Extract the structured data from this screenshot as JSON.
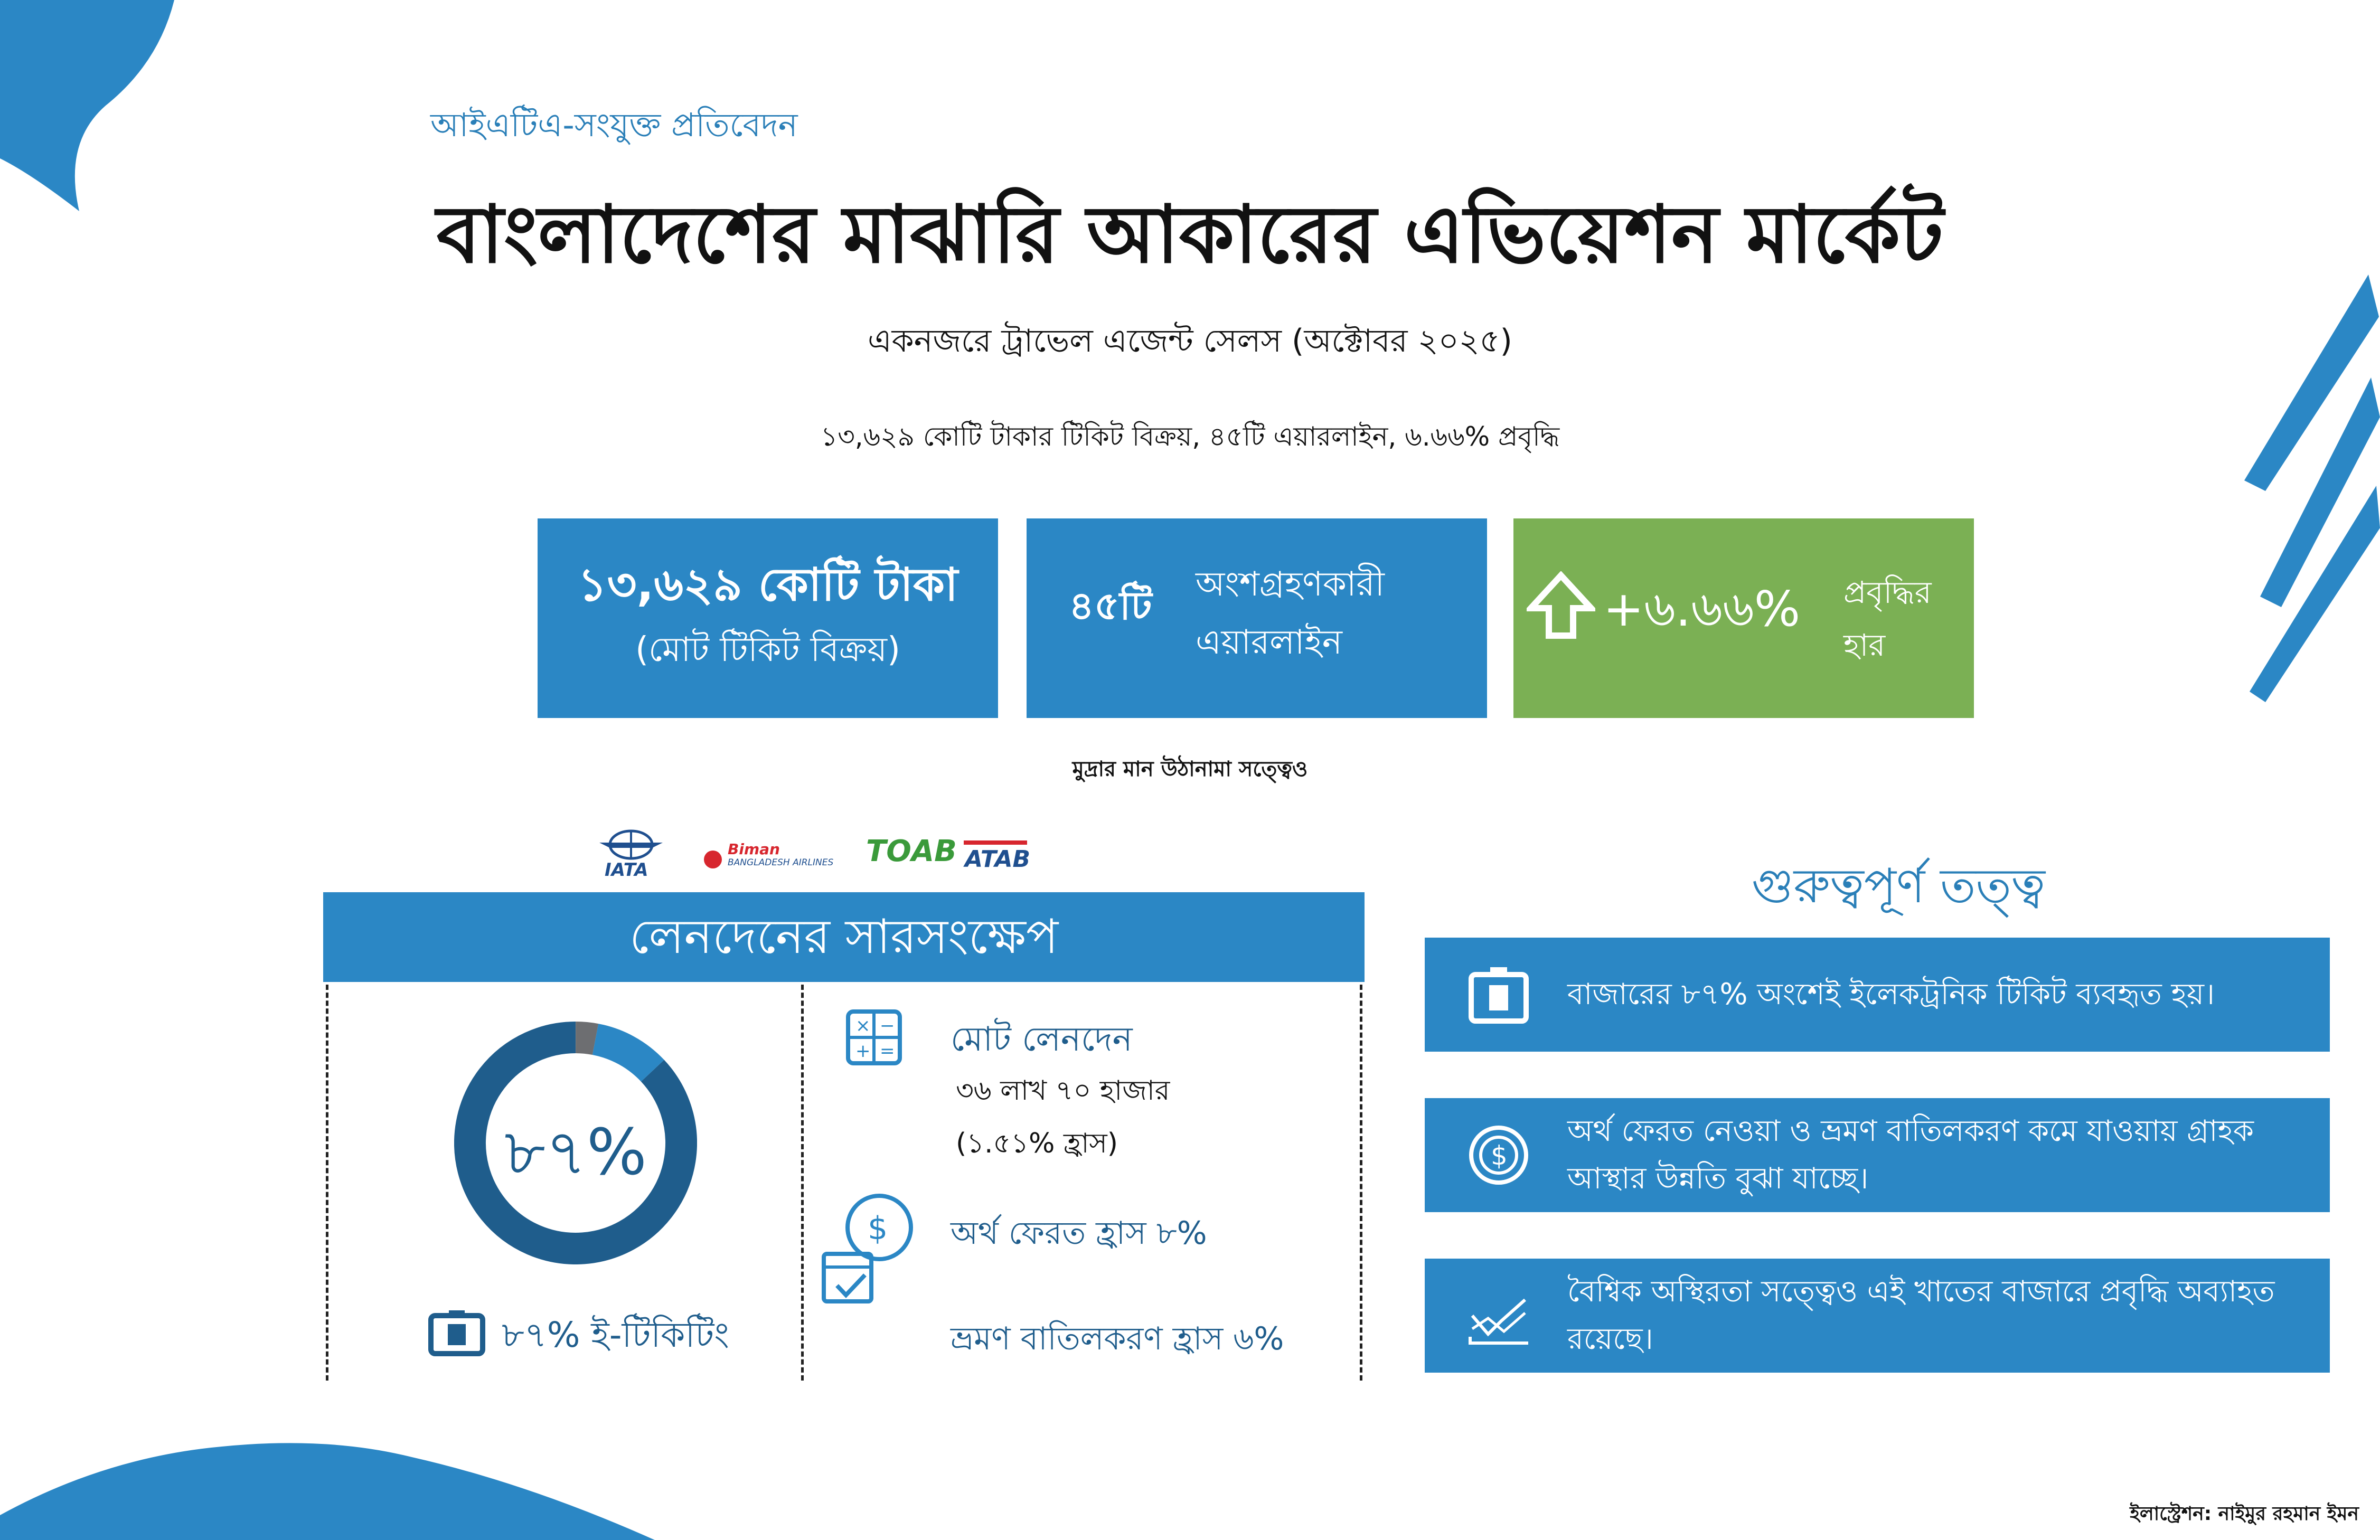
{
  "header": {
    "kicker": "আইএটিএ-সংযুক্ত প্রতিবেদন",
    "title": "বাংলাদেশের মাঝারি আকারের এভিয়েশন মার্কেট",
    "subtitle": "একনজরে ট্রাভেল এজেন্ট সেলস (অক্টোবর ২০২৫)",
    "tagline": "১৩,৬২৯ কোটি টাকার টিকিট বিক্রয়, ৪৫টি এয়ারলাইন, ৬.৬৬% প্রবৃদ্ধি"
  },
  "cards": {
    "sales": {
      "value": "১৩,৬২৯ কোটি টাকা",
      "label": "(মোট টিকিট বিক্রয়)"
    },
    "airlines": {
      "value": "৪৫টি",
      "label": "অংশগ্রহণকারী এয়ারলাইন"
    },
    "growth": {
      "value": "+৬.৬৬%",
      "label": "প্রবৃদ্ধির হার",
      "icon": "up-arrow-icon"
    }
  },
  "note": "মুদ্রার মান উঠানামা সত্ত্বেও",
  "logos": {
    "iata": "IATA",
    "biman_top": "Biman",
    "biman_bottom": "BANGLADESH AIRLINES",
    "toab": "TOAB",
    "atab": "ATAB"
  },
  "summary": {
    "title": "লেনদেনের সারসংক্ষেপ",
    "donut": {
      "label": "৮৭%",
      "e_ticket_share": 0.87,
      "other_share": 0.1,
      "remaining_share": 0.03
    },
    "e_ticketing": "৮৭% ই-টিকিটিং",
    "transactions_title": "মোট লেনদেন",
    "transactions_value": "৩৬ লাখ ৭০ হাজার",
    "transactions_change": "(১.৫১% হ্রাস)",
    "refund": "অর্থ ফেরত হ্রাস ৮%",
    "cancellation": "ভ্রমণ বাতিলকরণ হ্রাস ৬%"
  },
  "facts": {
    "title": "গুরুত্বপূর্ণ তত্ত্ব",
    "items": [
      {
        "text": "বাজারের ৮৭% অংশেই ইলেকট্রনিক টিকিট ব্যবহৃত হয়।",
        "icon": "ticket-icon"
      },
      {
        "text": "অর্থ ফেরত নেওয়া ও ভ্রমণ বাতিলকরণ কমে যাওয়ায় গ্রাহক আস্থার উন্নতি বুঝা যাচ্ছে।",
        "icon": "refund-icon"
      },
      {
        "text": "বৈশ্বিক অস্থিরতা সত্ত্বেও এই খাতের বাজারে প্রবৃদ্ধি অব্যাহত রয়েছে।",
        "icon": "growth-chart-icon"
      }
    ]
  },
  "credit": "ইলাস্ট্রেশন: নাইমুর রহমান ইমন",
  "colors": {
    "blue": "#2b87c5",
    "green": "#7bb054",
    "dark_blue": "#1f5d8c",
    "gray": "#6d6e71"
  }
}
